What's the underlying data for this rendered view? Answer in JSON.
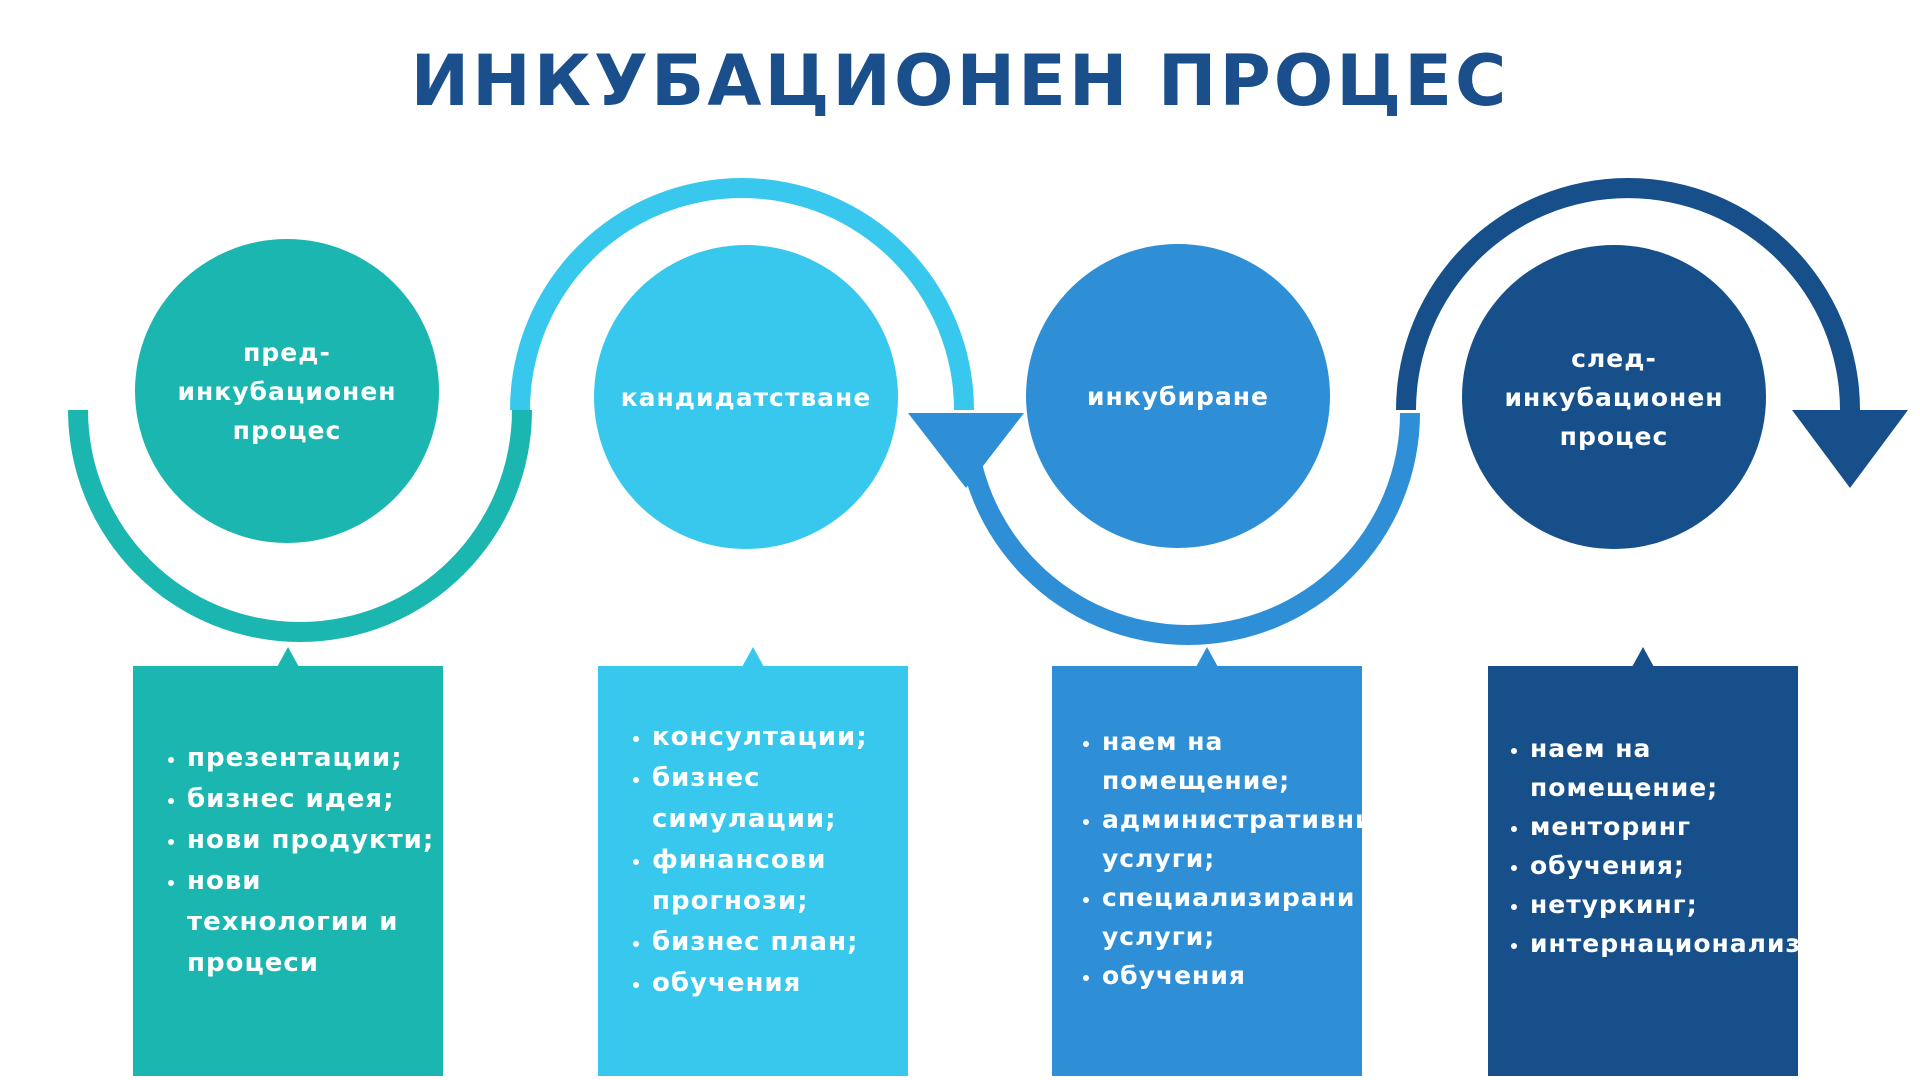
{
  "title": "ИНКУБАЦИОНЕН ПРОЦЕС",
  "colors": {
    "title": "#1a4f8b",
    "stage1": "#1bb6b0",
    "stage2": "#38c8ee",
    "stage3": "#2e8fd6",
    "stage4": "#164f89"
  },
  "stages": [
    {
      "label": "пред-инкубационен процес",
      "label_lines": [
        "пред-",
        "инкубационен",
        "процес"
      ],
      "items": [
        "презентации;",
        "бизнес идея;",
        "нови продукти;",
        "нови технологии и процеси"
      ]
    },
    {
      "label": "кандидатстване",
      "label_lines": [
        "кандидатстване"
      ],
      "items": [
        "консултации;",
        "бизнес симулации;",
        "финансови прогнози;",
        "бизнес план;",
        "обучения"
      ]
    },
    {
      "label": "инкубиране",
      "label_lines": [
        "инкубиране"
      ],
      "items": [
        "наем на помещение;",
        "административни услуги;",
        "специализирани услуги;",
        "обучения"
      ]
    },
    {
      "label": "след-инкубационен процес",
      "label_lines": [
        "след-",
        "инкубационен",
        "процес"
      ],
      "items": [
        "наем на помещение;",
        "менторинг",
        "обучения;",
        "нетуркинг;",
        "интернационализация"
      ]
    }
  ]
}
